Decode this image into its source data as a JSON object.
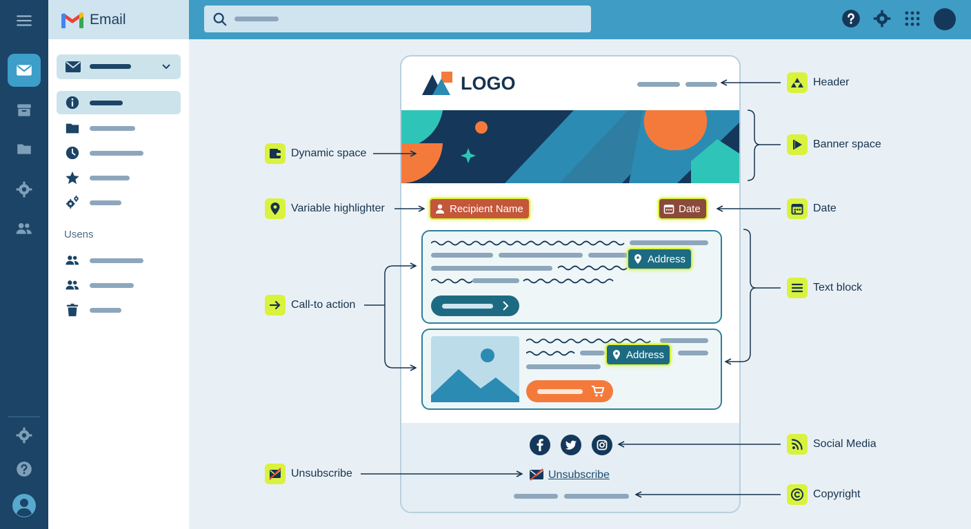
{
  "app": {
    "title": "Email"
  },
  "sidebar": {
    "section_label": "Usens"
  },
  "email": {
    "logo_text": "LOGO",
    "recipient_tag": "Recipient Name",
    "date_tag": "Date",
    "address_tag_1": "Address",
    "address_tag_2": "Address",
    "unsubscribe_link": "Unsubscribe"
  },
  "annotations": {
    "header": "Header",
    "banner": "Banner space",
    "dynamic": "Dynamic space",
    "variable": "Variable highlighter",
    "date": "Date",
    "text_block": "Text block",
    "cta": "Call-to action",
    "social": "Social Media",
    "unsubscribe": "Unsubscribe",
    "copyright": "Copyright"
  },
  "colors": {
    "rail": "#1b4467",
    "topbar": "#3f9cc5",
    "highlight": "#d9f23e",
    "accent_orange": "#f47a3c",
    "teal": "#2fc4b8",
    "navy": "#15385a",
    "recipient_tag": "#c4563a",
    "date_tag": "#8b4a3b",
    "address_tag": "#1d6b82"
  }
}
